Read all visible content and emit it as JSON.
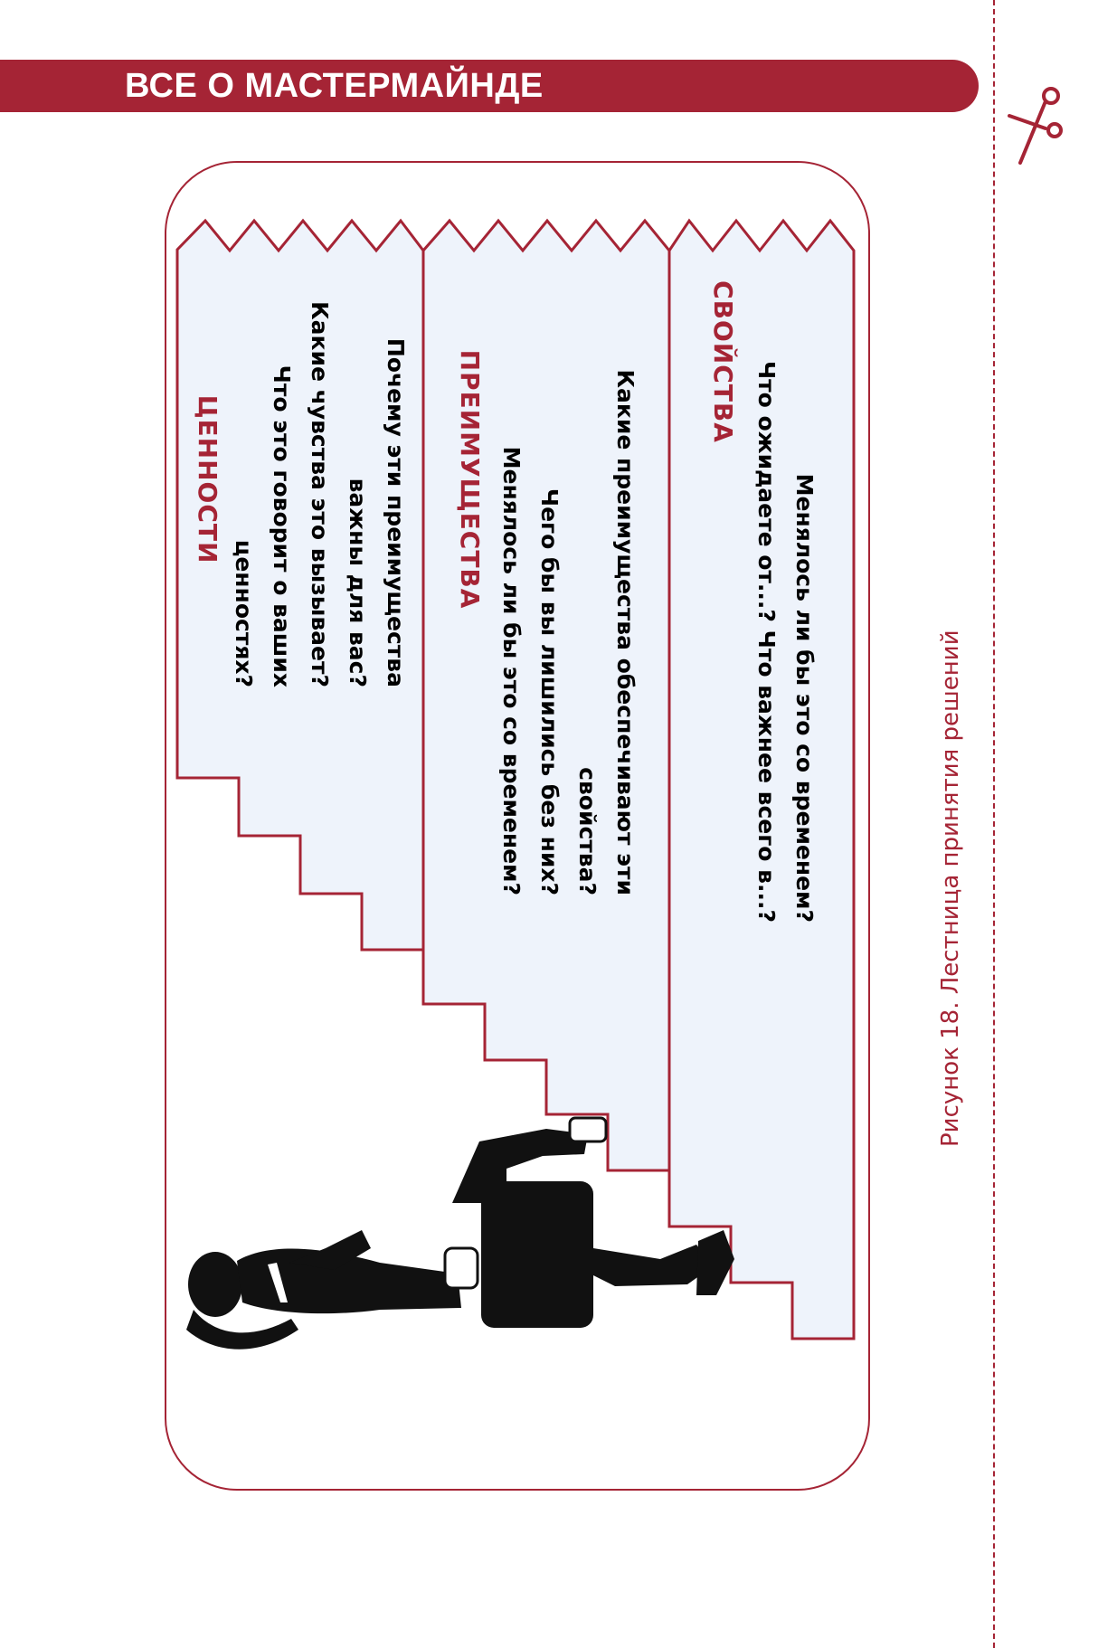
{
  "header": {
    "title": "ВСЕ О МАСТЕРМАЙНДЕ"
  },
  "columns": [
    {
      "title": "ЦЕННОСТИ",
      "questions": [
        "Почему эти преимущества",
        "важны для вас?",
        "Какие чувства это вызывает?",
        "Что это говорит о ваших",
        "ценностях?"
      ]
    },
    {
      "title": "ПРЕИМУЩЕСТВА",
      "questions": [
        "Какие преимущества обеспечивают эти",
        "свойства?",
        "Чего бы вы лишились без них?",
        "Менялось ли бы это со временем?"
      ]
    },
    {
      "title": "СВОЙСТВА",
      "questions": [
        "Менялось ли бы это со временем?",
        "Что ожидаете от...? Что важнее всего в...?"
      ]
    }
  ],
  "caption": "Рисунок 18. Лестница принятия решений",
  "icons": {
    "scissors": "scissors-icon",
    "person": "businesswoman-climbing-stairs-icon"
  },
  "colors": {
    "accent": "#a52435",
    "panel": "#eef3fb",
    "figure": "#111111"
  }
}
